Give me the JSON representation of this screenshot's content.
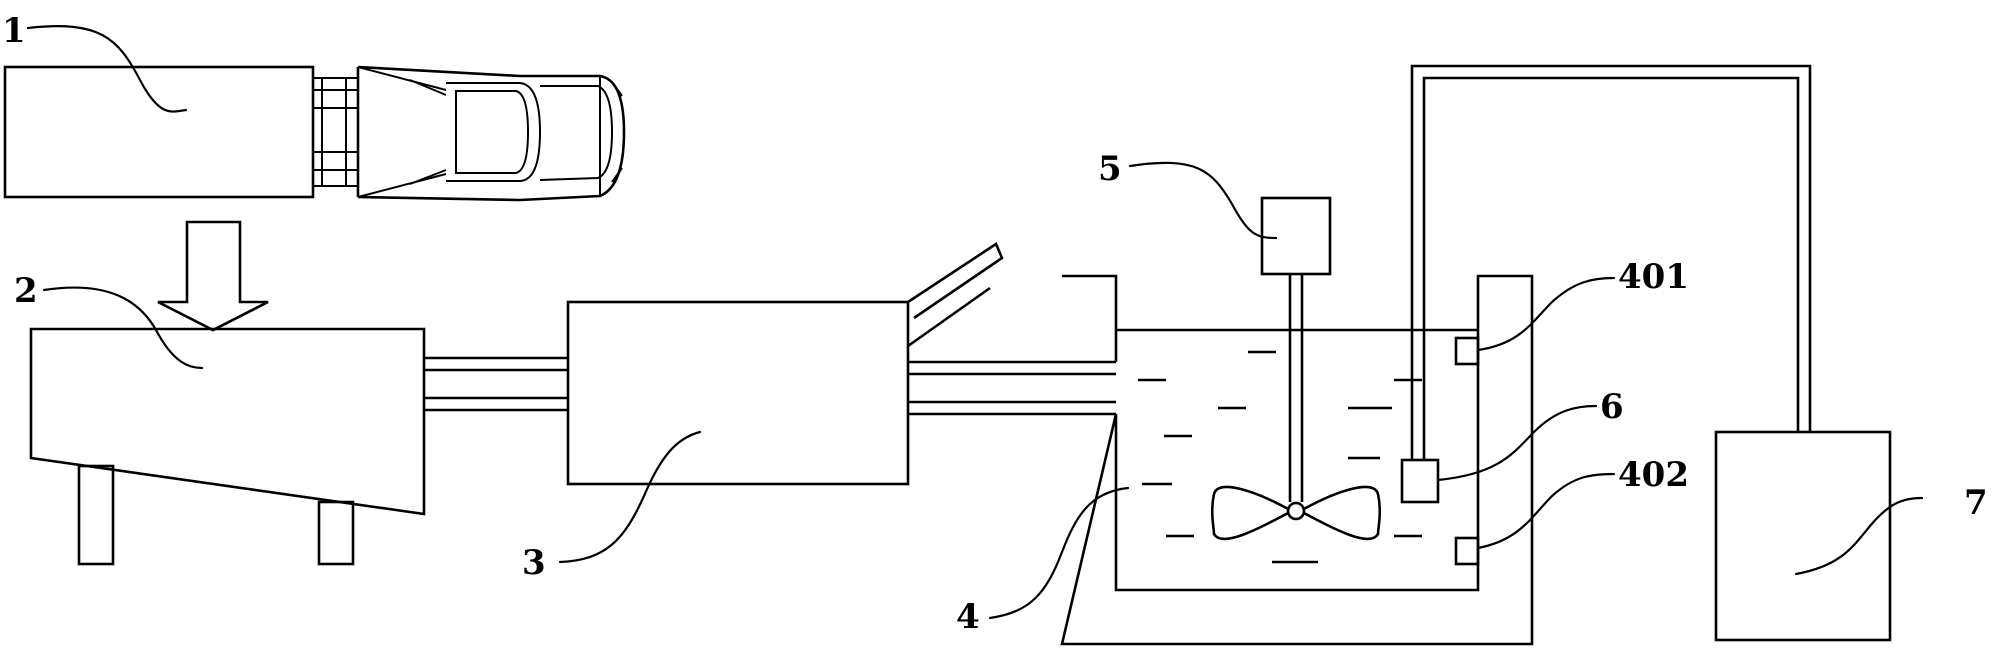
{
  "labels": {
    "l1": "1",
    "l2": "2",
    "l3": "3",
    "l4": "4",
    "l5": "5",
    "l6": "6",
    "l7": "7",
    "l401": "401",
    "l402": "402"
  }
}
